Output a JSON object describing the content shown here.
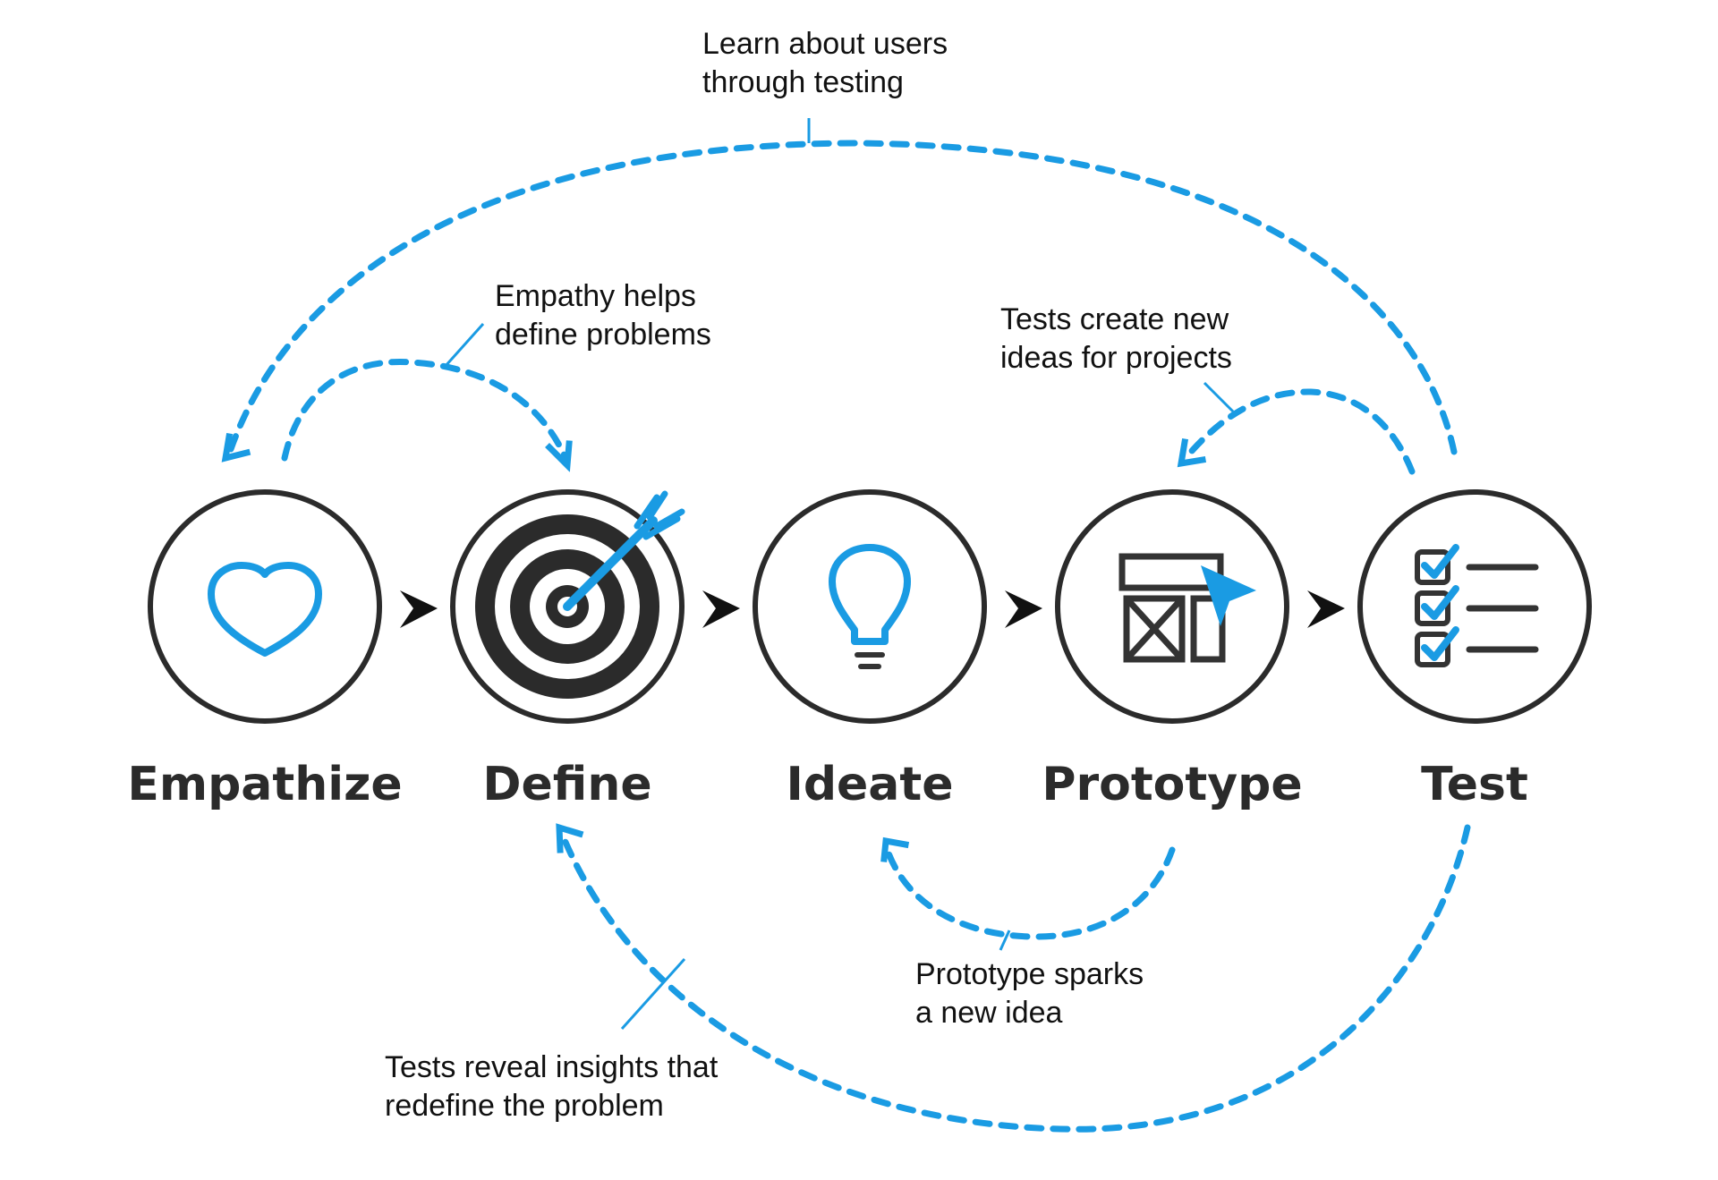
{
  "stages": [
    {
      "label": "Empathize",
      "icon": "heart-icon"
    },
    {
      "label": "Define",
      "icon": "target-icon"
    },
    {
      "label": "Ideate",
      "icon": "lightbulb-icon"
    },
    {
      "label": "Prototype",
      "icon": "wireframe-icon"
    },
    {
      "label": "Test",
      "icon": "checklist-icon"
    }
  ],
  "notes": {
    "test_to_empathize": [
      "Learn about users",
      "through testing"
    ],
    "empathize_to_define": [
      "Empathy helps",
      "define problems"
    ],
    "test_to_prototype": [
      "Tests create new",
      "ideas for projects"
    ],
    "prototype_to_ideate": [
      "Prototype sparks",
      "a new idea"
    ],
    "test_to_define": [
      "Tests reveal insights that",
      "redefine the problem"
    ]
  },
  "colors": {
    "accent": "#1a9be3",
    "dark": "#2b2b2b"
  }
}
